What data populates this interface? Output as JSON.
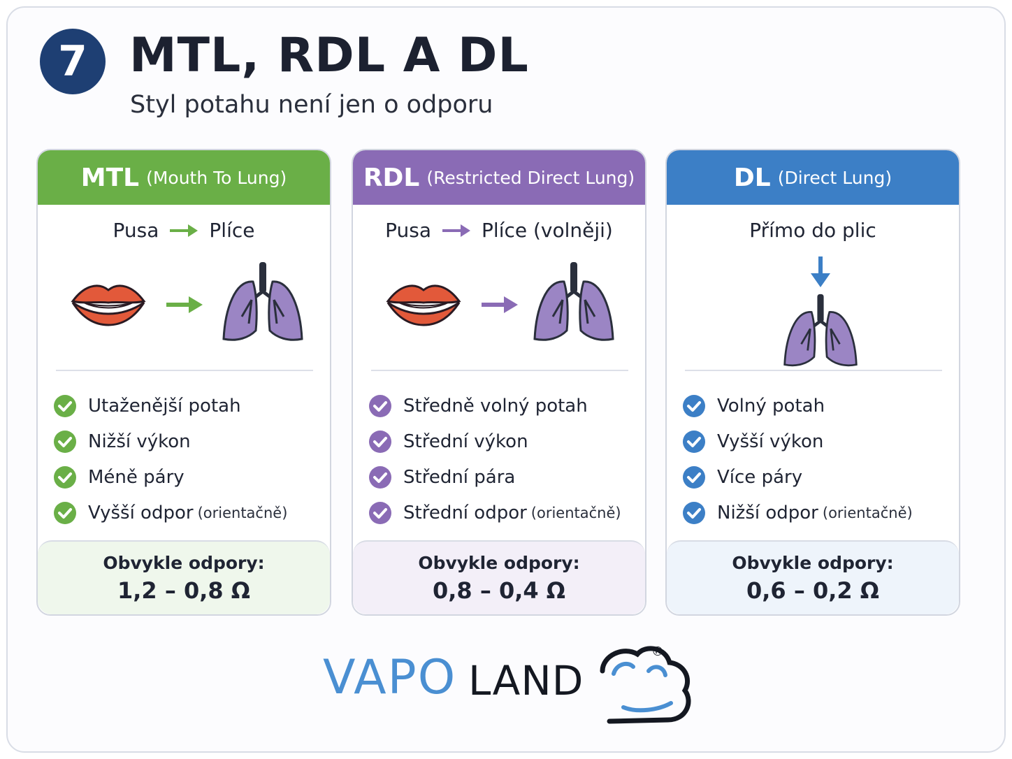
{
  "header": {
    "step_number": "7",
    "title": "MTL, RDL A DL",
    "subtitle": "Styl potahu není jen o odporu"
  },
  "colors": {
    "mtl": "#6aaf47",
    "rdl": "#8a6bb5",
    "dl": "#3c7fc6",
    "badge": "#1e3f73"
  },
  "cards": [
    {
      "abbr": "MTL",
      "full": "(Mouth To Lung)",
      "flow_from": "Pusa",
      "flow_to": "Plíce",
      "icons": [
        "lips-icon",
        "arrow-right-icon",
        "lungs-icon"
      ],
      "features": [
        {
          "text": "Utaženější potah",
          "note": ""
        },
        {
          "text": "Nižší výkon",
          "note": ""
        },
        {
          "text": "Méně páry",
          "note": ""
        },
        {
          "text": "Vyšší odpor",
          "note": "(orientačně)"
        }
      ],
      "footer_label": "Obvykle odpory:",
      "footer_value": "1,2 – 0,8 Ω"
    },
    {
      "abbr": "RDL",
      "full": "(Restricted Direct Lung)",
      "flow_from": "Pusa",
      "flow_to": "Plíce (volněji)",
      "icons": [
        "lips-icon",
        "arrow-right-icon",
        "lungs-icon"
      ],
      "features": [
        {
          "text": "Středně volný potah",
          "note": ""
        },
        {
          "text": "Střední výkon",
          "note": ""
        },
        {
          "text": "Střední pára",
          "note": ""
        },
        {
          "text": "Střední odpor",
          "note": "(orientačně)"
        }
      ],
      "footer_label": "Obvykle odpory:",
      "footer_value": "0,8 – 0,4 Ω"
    },
    {
      "abbr": "DL",
      "full": "(Direct Lung)",
      "flow_text": "Přímo do plic",
      "icons": [
        "arrow-down-icon",
        "lungs-icon"
      ],
      "features": [
        {
          "text": "Volný potah",
          "note": ""
        },
        {
          "text": "Vyšší výkon",
          "note": ""
        },
        {
          "text": "Více páry",
          "note": ""
        },
        {
          "text": "Nižší odpor",
          "note": "(orientačně)"
        }
      ],
      "footer_label": "Obvykle odpory:",
      "footer_value": "0,6 – 0,2 Ω"
    }
  ],
  "logo": {
    "part1": "VAPO",
    "part2": "LAND",
    "registered": "®",
    "icon": "cloud-icon"
  }
}
